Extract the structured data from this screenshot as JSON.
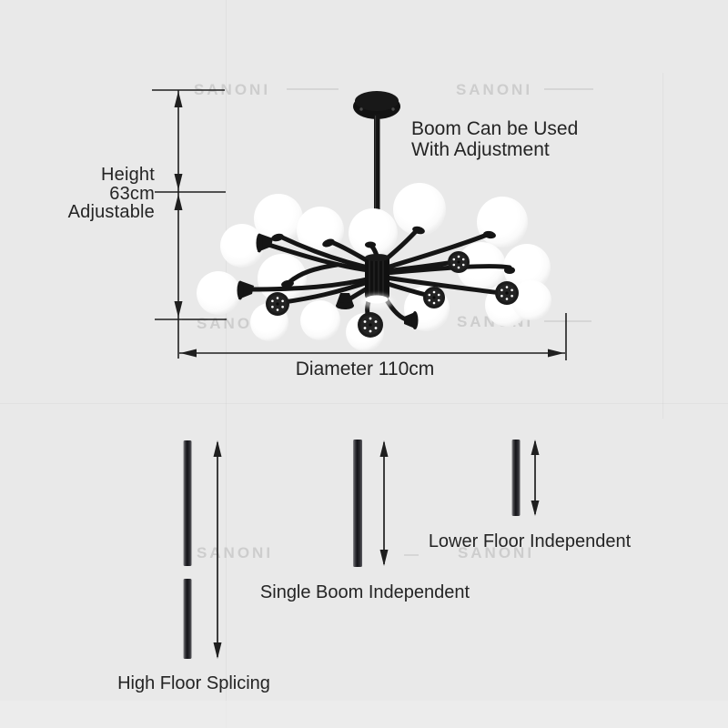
{
  "labels": {
    "height_line1": "Height",
    "height_line2": "63cm",
    "height_line3": "Adjustable",
    "boom_line1": "Boom Can be Used",
    "boom_line2": "With Adjustment",
    "diameter": "Diameter 110cm",
    "high_floor": "High Floor Splicing",
    "single_boom": "Single Boom Independent",
    "lower_floor": "Lower Floor Independent"
  },
  "dimensions": {
    "height_value": "63cm",
    "diameter_value": "110cm"
  },
  "watermark": "SANONI",
  "colors": {
    "background": "#e9e9e9",
    "ink": "#1f1f1f",
    "fixture_black": "#141414",
    "ball_white": "#ffffff",
    "watermark_gray": "#cdcdcd"
  }
}
